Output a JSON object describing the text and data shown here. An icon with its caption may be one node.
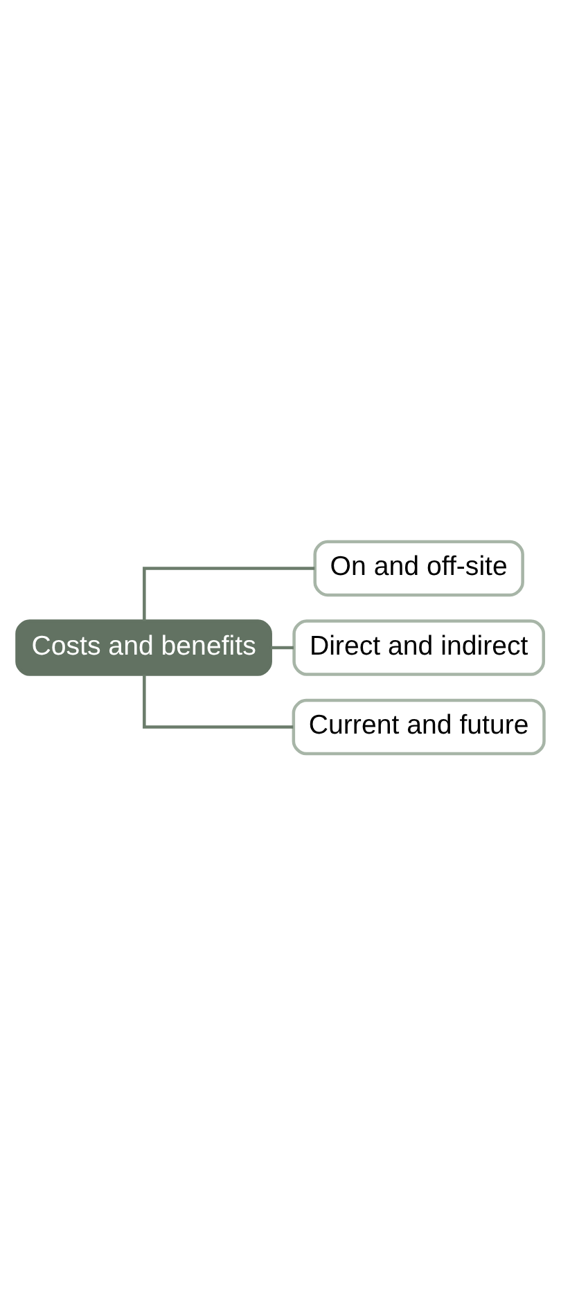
{
  "diagram": {
    "nodes": [
      {
        "text": [
          "Costs and benefits"
        ]
      },
      {
        "text": [
          "On and off-site"
        ]
      },
      {
        "text": [
          "Direct and indirect"
        ]
      },
      {
        "text": [
          "Current and future"
        ]
      }
    ],
    "edges": [
      {
        "from": 0,
        "to": 1,
        "arrow": "none"
      },
      {
        "from": 0,
        "to": 2,
        "arrow": "none"
      },
      {
        "from": 0,
        "to": 3,
        "arrow": "none"
      }
    ]
  }
}
